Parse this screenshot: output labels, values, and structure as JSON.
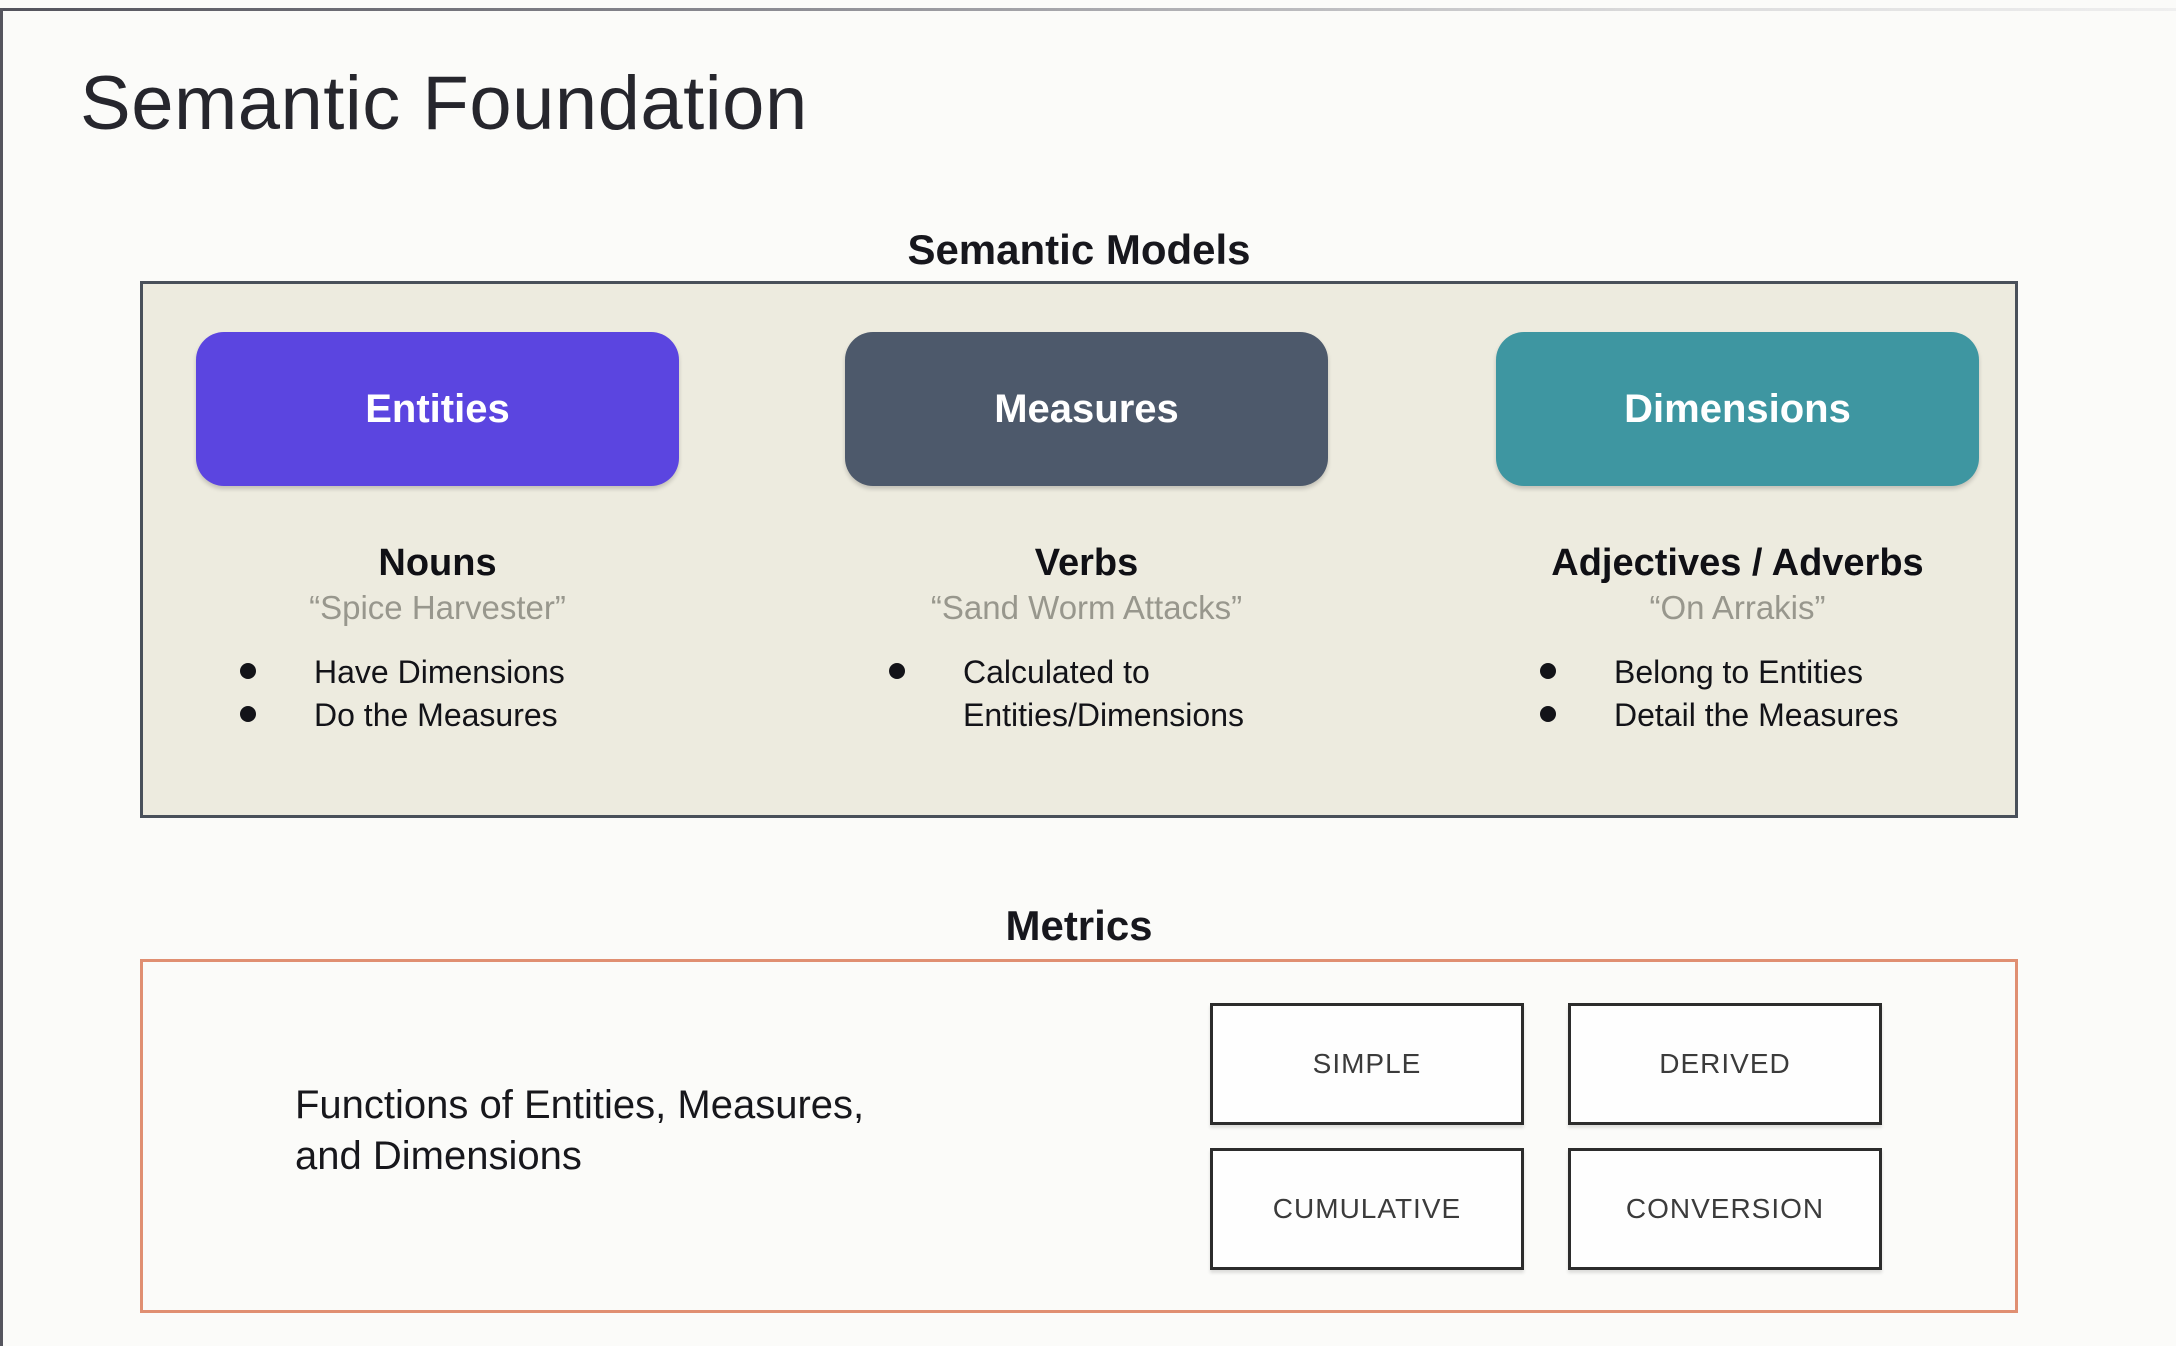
{
  "slide": {
    "title": "Semantic Foundation"
  },
  "semantic_models": {
    "heading": "Semantic Models",
    "columns": [
      {
        "box": "Entities",
        "box_color": "#5b45e0",
        "head": "Nouns",
        "quote": "“Spice Harvester”",
        "bullets": [
          "Have Dimensions",
          "Do the Measures"
        ]
      },
      {
        "box": "Measures",
        "box_color": "#4d596b",
        "head": "Verbs",
        "quote": "“Sand Worm Attacks”",
        "bullets": [
          "Calculated to\nEntities/Dimensions"
        ]
      },
      {
        "box": "Dimensions",
        "box_color": "#3e96a1",
        "head": "Adjectives / Adverbs",
        "quote": "“On Arrakis”",
        "bullets": [
          "Belong to Entities",
          "Detail the Measures"
        ]
      }
    ]
  },
  "metrics": {
    "heading": "Metrics",
    "description_line1": "Functions of Entities, Measures,",
    "description_line2": "and Dimensions",
    "types": [
      "SIMPLE",
      "DERIVED",
      "CUMULATIVE",
      "CONVERSION"
    ]
  },
  "colors": {
    "entities_box": "#5b45e0",
    "measures_box": "#4d596b",
    "dimensions_box": "#3e96a1",
    "models_panel_background": "#edebdf",
    "models_panel_border": "#49505a",
    "metrics_panel_border": "#e08f72",
    "quote_text": "#98978d"
  }
}
